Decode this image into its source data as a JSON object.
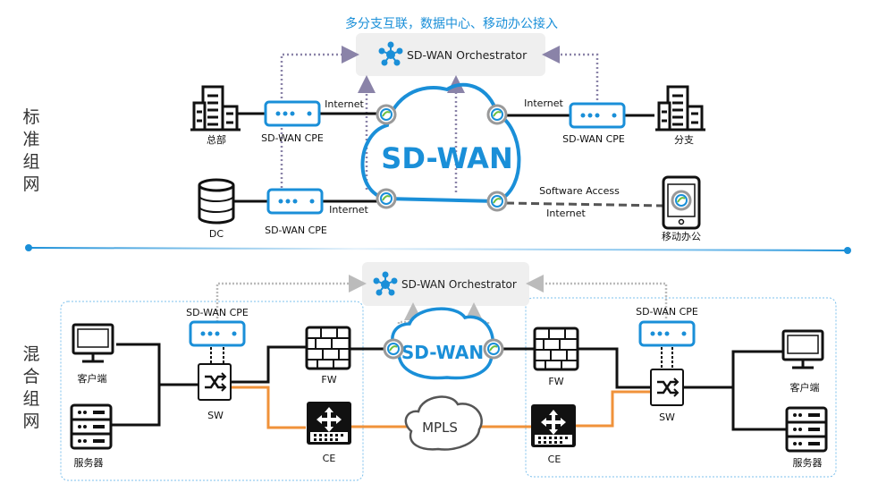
{
  "colors": {
    "accent": "#1a8fd8",
    "mpls_link": "#f0923a",
    "orchestrator_bg": "#efefef"
  },
  "headline": "多分支互联，数据中心、移动办公接入",
  "standard": {
    "section_label": [
      "标",
      "准",
      "组",
      "网"
    ],
    "orchestrator": "SD-WAN Orchestrator",
    "cloud": "SD-WAN",
    "hq": "总部",
    "branch": "分支",
    "dc": "DC",
    "mobile": "移动办公",
    "cpe": "SD-WAN CPE",
    "internet": "Internet",
    "software_access": "Software Access"
  },
  "hybrid": {
    "section_label": [
      "混",
      "合",
      "组",
      "网"
    ],
    "orchestrator": "SD-WAN Orchestrator",
    "cloud": "SD-WAN",
    "mpls": "MPLS",
    "cpe": "SD-WAN CPE",
    "client": "客户端",
    "server": "服务器",
    "fw": "FW",
    "sw": "SW",
    "ce": "CE"
  }
}
